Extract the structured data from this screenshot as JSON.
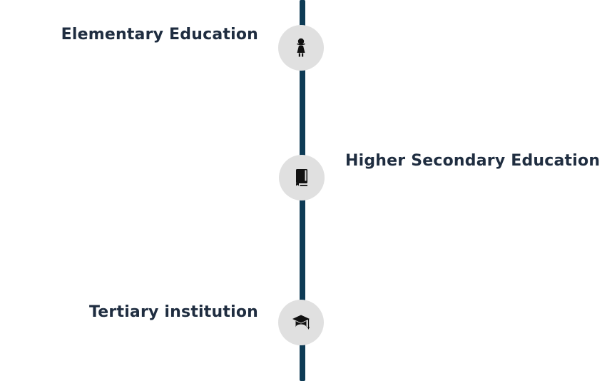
{
  "timeline": {
    "items": [
      {
        "label": "Elementary Education",
        "icon": "child-icon"
      },
      {
        "label": "Higher Secondary Education",
        "icon": "book-icon"
      },
      {
        "label": "Tertiary institution",
        "icon": "graduation-cap-icon"
      }
    ]
  },
  "colors": {
    "line": "#0e3b55",
    "node": "#e0e0e0",
    "text": "#1f2d40"
  }
}
